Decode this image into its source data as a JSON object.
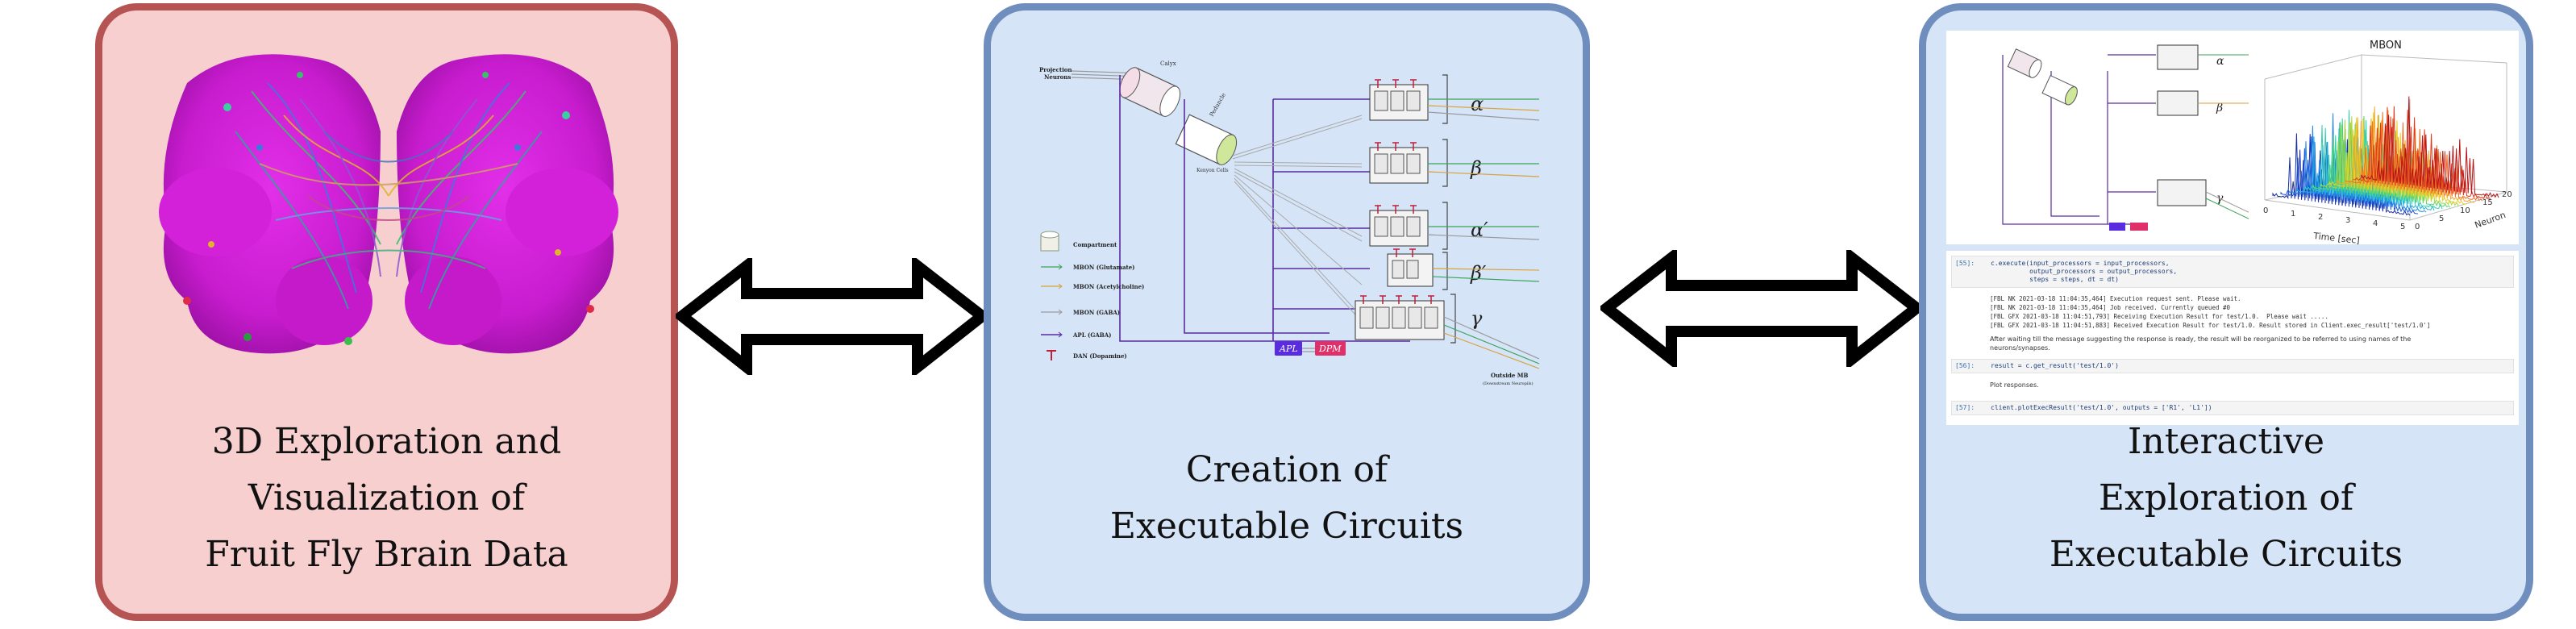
{
  "panels": [
    {
      "id": "visualization",
      "caption_lines": [
        "3D Exploration and",
        "Visualization of",
        "Fruit Fly Brain Data"
      ],
      "fill": "#f7cfcf",
      "border": "#b65353"
    },
    {
      "id": "circuit-creation",
      "caption_lines": [
        "Creation of",
        "Executable Circuits"
      ],
      "fill": "#d5e4f7",
      "border": "#6f8ebd"
    },
    {
      "id": "interactive-exploration",
      "caption_lines": [
        "Interactive",
        "Exploration of",
        "Executable Circuits"
      ],
      "fill": "#d5e4f7",
      "border": "#6f8ebd"
    }
  ],
  "circuit": {
    "input": "Projection\nNeurons",
    "calyx": "Calyx",
    "peduncle": "Peduncle",
    "kenyon": "Kenyon Cells",
    "compartments": [
      "α",
      "β",
      "α′",
      "β′",
      "γ"
    ],
    "apl": "APL",
    "dpm": "DPM",
    "output": "Outside MB",
    "output_sub": "(Downstream Neuropils)",
    "legend": [
      {
        "label": "Compartment",
        "kind": "cylinder",
        "color": "#8a9a7a"
      },
      {
        "label": "MBON (Glutamate)",
        "kind": "arrow",
        "color": "#3aa35a"
      },
      {
        "label": "MBON (Acetylcholine)",
        "kind": "arrow",
        "color": "#d8a23a"
      },
      {
        "label": "MBON (GABA)",
        "kind": "arrow",
        "color": "#9a9a9a"
      },
      {
        "label": "APL (GABA)",
        "kind": "arrow",
        "color": "#5a2ca0"
      },
      {
        "label": "DAN (Dopamine)",
        "kind": "tbar",
        "color": "#c0203a"
      }
    ]
  },
  "notebook": {
    "plot_title": "MBON",
    "time_label": "Time [sec]",
    "neuron_label": "Neuron",
    "time_ticks": [
      "0",
      "1",
      "2",
      "3",
      "4",
      "5"
    ],
    "neuron_ticks": [
      "0",
      "5",
      "10",
      "15",
      "20"
    ],
    "cells": [
      {
        "prompt": "[55]:",
        "code": "c.execute(input_processors = input_processors,\n          output_processors = output_processors,\n          steps = steps, dt = dt)"
      },
      {
        "prompt": "",
        "code": "[FBL NK 2021-03-18 11:04:35,464] Execution request sent. Please wait.\n[FBL NK 2021-03-18 11:04:35,464] Job received. Currently queued #0\n[FBL GFX 2021-03-18 11:04:51,793] Receiving Execution Result for test/1.0.  Please wait .....\n[FBL GFX 2021-03-18 11:04:51,883] Received Execution Result for test/1.0. Result stored in Client.exec_result['test/1.0']"
      },
      {
        "prompt": "",
        "code": "After waiting till the message suggesting the response is ready, the result will be reorganized to be referred to using names of the\nneurons/synapses."
      },
      {
        "prompt": "[56]:",
        "code": "result = c.get_result('test/1.0')"
      },
      {
        "prompt": "",
        "code": "Plot responses."
      },
      {
        "prompt": "[57]:",
        "code": "client.plotExecResult('test/1.0', outputs = ['R1', 'L1'])"
      }
    ]
  }
}
